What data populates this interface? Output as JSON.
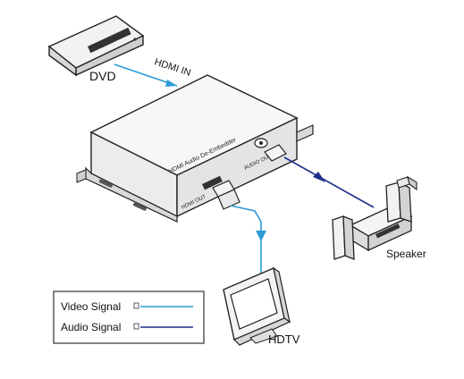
{
  "labels": {
    "source": "DVD",
    "link_in": "HDMI IN",
    "device_name": "HDMI Audio De-Embedder",
    "port_hdmi_out": "HDMI OUT",
    "port_audio_out": "AUDIO OUT",
    "display": "HDTV",
    "audio_sink": "Speaker"
  },
  "legend": {
    "items": [
      {
        "label": "Video Signal",
        "color": "#2a9bd6"
      },
      {
        "label": "Audio Signal",
        "color": "#1f2f8c"
      }
    ]
  },
  "colors": {
    "video_line": "#2a9bd6",
    "audio_line": "#1f2f8c",
    "outline": "#222222"
  }
}
